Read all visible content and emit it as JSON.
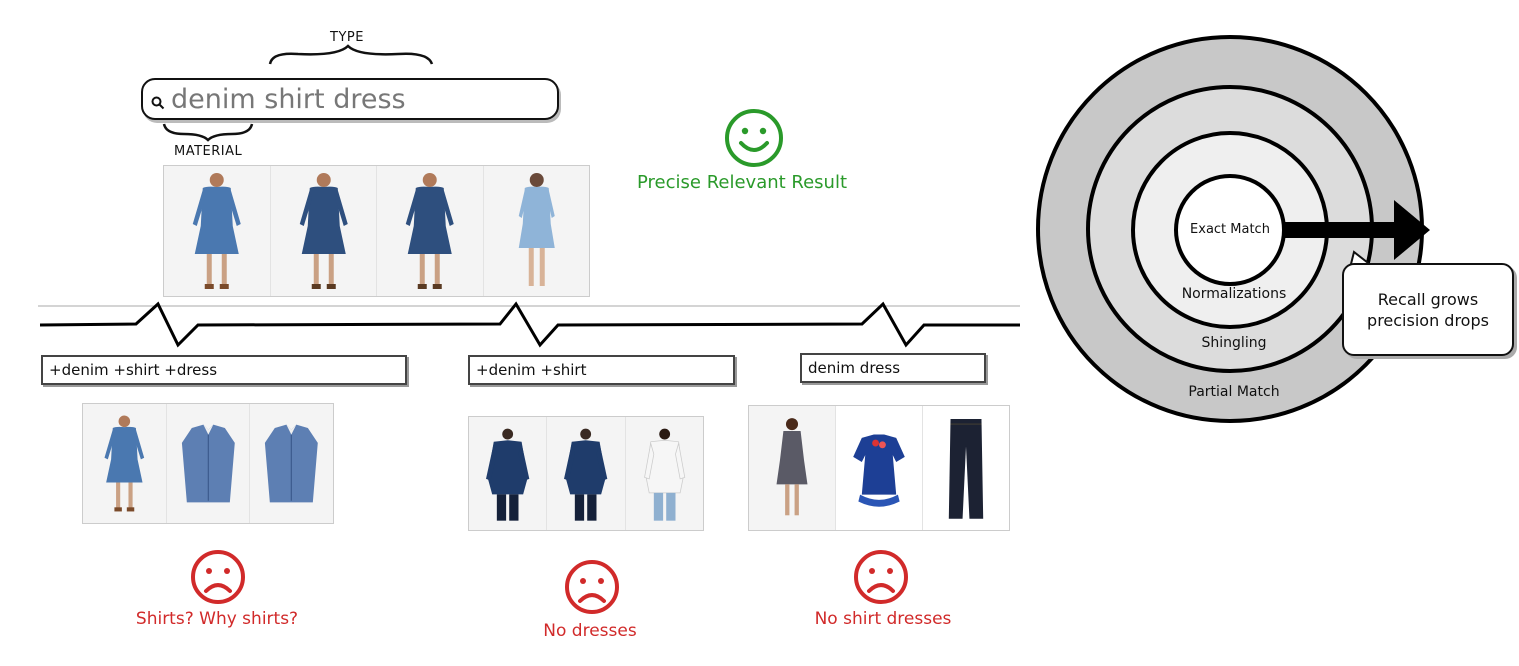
{
  "search": {
    "query": "denim shirt dress",
    "label_top": "TYPE",
    "label_bottom": "MATERIAL"
  },
  "top_result": {
    "caption": "Precise Relevant Result",
    "sentiment": "happy",
    "color": "#2a9a2a"
  },
  "branches": [
    {
      "query": "+denim +shirt +dress",
      "caption": "Shirts? Why shirts?",
      "sentiment": "sad"
    },
    {
      "query": "+denim +shirt",
      "caption": "No dresses",
      "sentiment": "sad"
    },
    {
      "query": "denim dress",
      "caption": "No shirt dresses",
      "sentiment": "sad"
    }
  ],
  "rings": {
    "inner": "Exact Match",
    "second": "Normalizations",
    "third": "Shingling",
    "outer": "Partial Match"
  },
  "callout": {
    "line1": "Recall grows",
    "line2": "precision drops"
  },
  "colors": {
    "bad": "#d12a2a",
    "good": "#2a9a2a",
    "ring_outer": "#c8c8c8",
    "ring_mid": "#dcdcdc",
    "ring_inner": "#efefef"
  }
}
